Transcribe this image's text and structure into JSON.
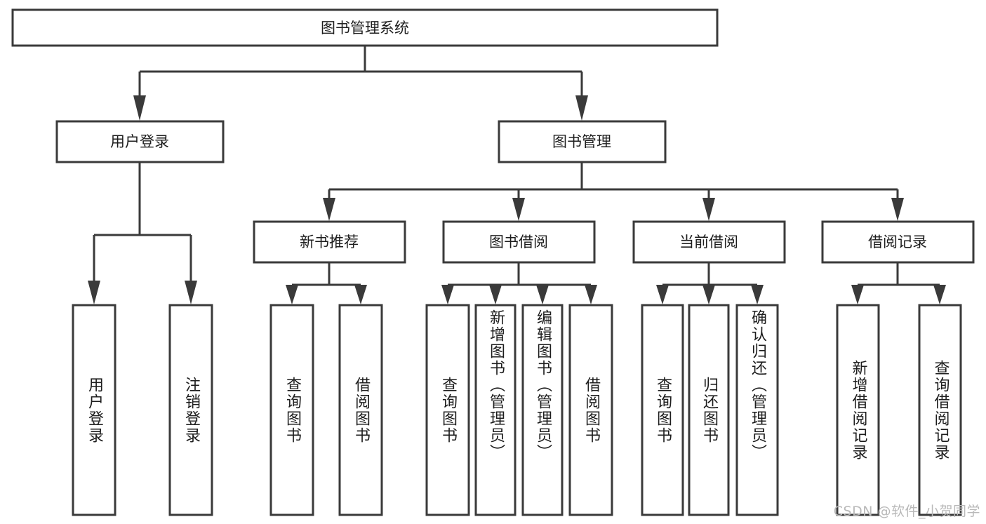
{
  "diagram": {
    "title": "图书管理系统",
    "type": "tree",
    "watermark": "CSDN @软件_小贺同学",
    "colors": {
      "stroke": "#3a3a3a",
      "box_fill": "#ffffff",
      "text": "#1d1d1d",
      "background": "#ffffff",
      "watermark": "#b9b9b9"
    },
    "root": {
      "label": "图书管理系统"
    },
    "level2": [
      {
        "label": "用户登录"
      },
      {
        "label": "图书管理"
      }
    ],
    "level3": [
      {
        "label": "新书推荐"
      },
      {
        "label": "图书借阅"
      },
      {
        "label": "当前借阅"
      },
      {
        "label": "借阅记录"
      }
    ],
    "leaves": {
      "user_login": [
        {
          "label": "用户登录"
        },
        {
          "label": "注销登录"
        }
      ],
      "new_book_recommend": [
        {
          "label": "查询图书"
        },
        {
          "label": "借阅图书"
        }
      ],
      "book_borrow": [
        {
          "label": "查询图书"
        },
        {
          "label": "新增图书（管理员）"
        },
        {
          "label": "编辑图书（管理员）"
        },
        {
          "label": "借阅图书"
        }
      ],
      "current_borrow": [
        {
          "label": "查询图书"
        },
        {
          "label": "归还图书"
        },
        {
          "label": "确认归还（管理员）"
        }
      ],
      "borrow_record": [
        {
          "label": "新增借阅记录"
        },
        {
          "label": "查询借阅记录"
        }
      ]
    }
  }
}
